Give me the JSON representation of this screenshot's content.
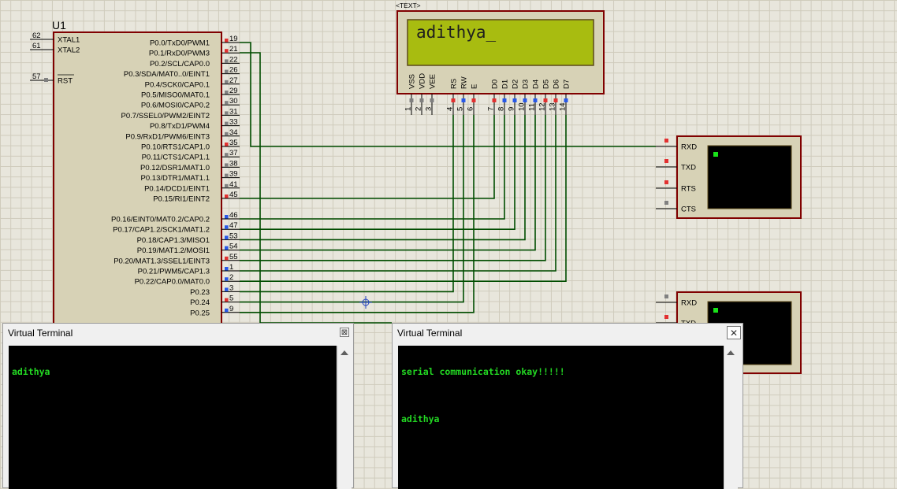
{
  "mcu": {
    "ref": "U1",
    "left_pins": [
      {
        "num": "62",
        "name": "XTAL1"
      },
      {
        "num": "61",
        "name": "XTAL2"
      },
      {
        "num": "57",
        "name": "RST"
      }
    ],
    "right_pins": [
      {
        "num": "19",
        "name": "P0.0/TxD0/PWM1"
      },
      {
        "num": "21",
        "name": "P0.1/RxD0/PWM3"
      },
      {
        "num": "22",
        "name": "P0.2/SCL/CAP0.0"
      },
      {
        "num": "26",
        "name": "P0.3/SDA/MAT0..0/EINT1"
      },
      {
        "num": "27",
        "name": "P0.4/SCK0/CAP0.1"
      },
      {
        "num": "29",
        "name": "P0.5/MISO0/MAT0.1"
      },
      {
        "num": "30",
        "name": "P0.6/MOSI0/CAP0.2"
      },
      {
        "num": "31",
        "name": "P0.7/SSEL0/PWM2/EINT2"
      },
      {
        "num": "33",
        "name": "P0.8/TxD1/PWM4"
      },
      {
        "num": "34",
        "name": "P0.9/RxD1/PWM6/EINT3"
      },
      {
        "num": "35",
        "name": "P0.10/RTS1/CAP1.0"
      },
      {
        "num": "37",
        "name": "P0.11/CTS1/CAP1.1"
      },
      {
        "num": "38",
        "name": "P0.12/DSR1/MAT1.0"
      },
      {
        "num": "39",
        "name": "P0.13/DTR1/MAT1.1"
      },
      {
        "num": "41",
        "name": "P0.14/DCD1/EINT1"
      },
      {
        "num": "45",
        "name": "P0.15/RI1/EINT2"
      },
      {
        "num": "46",
        "name": "P0.16/EINT0/MAT0.2/CAP0.2"
      },
      {
        "num": "47",
        "name": "P0.17/CAP1.2/SCK1/MAT1.2"
      },
      {
        "num": "53",
        "name": "P0.18/CAP1.3/MISO1"
      },
      {
        "num": "54",
        "name": "P0.19/MAT1.2/MOSI1"
      },
      {
        "num": "55",
        "name": "P0.20/MAT1.3/SSEL1/EINT3"
      },
      {
        "num": "1",
        "name": "P0.21/PWM5/CAP1.3"
      },
      {
        "num": "2",
        "name": "P0.22/CAP0.0/MAT0.0"
      },
      {
        "num": "3",
        "name": "P0.23"
      },
      {
        "num": "5",
        "name": "P0.24"
      },
      {
        "num": "9",
        "name": "P0.25"
      }
    ]
  },
  "lcd": {
    "tag": "<TEXT>",
    "display_text": "adithya_",
    "pin_names": [
      "VSS",
      "VDD",
      "VEE",
      "RS",
      "RW",
      "E",
      "D0",
      "D1",
      "D2",
      "D3",
      "D4",
      "D5",
      "D6",
      "D7"
    ],
    "pin_numbers": [
      "1",
      "2",
      "3",
      "4",
      "5",
      "6",
      "7",
      "8",
      "9",
      "10",
      "11",
      "12",
      "13",
      "14"
    ]
  },
  "terminal_component": {
    "pins": [
      "RXD",
      "TXD",
      "RTS",
      "CTS"
    ],
    "pins_partial": [
      "RXD",
      "TXD"
    ]
  },
  "windows": [
    {
      "title": "Virtual Terminal",
      "close": "⊠",
      "lines": [
        "adithya"
      ]
    },
    {
      "title": "Virtual Terminal",
      "close": "✕",
      "lines": [
        "serial communication okay!!!!!",
        "",
        "adithya"
      ]
    }
  ],
  "colors": {
    "wire": "#004d00",
    "component_border": "#800000",
    "component_fill": "#d7d2b6",
    "lcd_screen": "#a8bc10",
    "terminal_text": "#23d823",
    "pin_red": "#e23030",
    "pin_blue": "#2858e8",
    "pin_gray": "#808080"
  },
  "icons": [
    "close-icon",
    "scroll-up-arrow-icon",
    "scroll-down-arrow-icon",
    "probe-crosshair-icon"
  ]
}
